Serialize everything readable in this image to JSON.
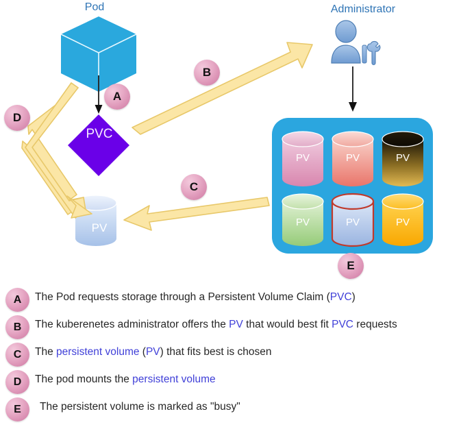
{
  "diagram": {
    "title_pod": "Pod",
    "title_admin": "Administrator",
    "pvc_label": "PVC",
    "mounted_pv_label": "PV",
    "badges": {
      "a": "A",
      "b": "B",
      "c": "C",
      "d": "D",
      "e": "E"
    },
    "pool": {
      "background_color": "#2ba6df",
      "volumes": [
        {
          "label": "PV",
          "name": "pv-pink",
          "top_color": "#efc9dd",
          "bottom_color": "#d886ae",
          "selected": false
        },
        {
          "label": "PV",
          "name": "pv-salmon",
          "top_color": "#f8cfc7",
          "bottom_color": "#e9756a",
          "selected": false
        },
        {
          "label": "PV",
          "name": "pv-gold",
          "top_color": "#1a1408",
          "bottom_color": "#e0b44a",
          "selected": false
        },
        {
          "label": "PV",
          "name": "pv-green",
          "top_color": "#dff0d2",
          "bottom_color": "#95cb78",
          "selected": false
        },
        {
          "label": "PV",
          "name": "pv-blue",
          "top_color": "#dbe6f7",
          "bottom_color": "#9ab4e0",
          "selected": true
        },
        {
          "label": "PV",
          "name": "pv-orange",
          "top_color": "#ffd24d",
          "bottom_color": "#f9a700",
          "selected": false
        }
      ],
      "selected_outline_color": "#c0392b"
    },
    "colors": {
      "pod_cube": "#2aa8dd",
      "pvc_diamond": "#6a00e8",
      "arrow_fill": "#fbe6a6",
      "arrow_stroke": "#e8c86a",
      "caption_text": "#2e74b5",
      "badge_pink": "#e0a0bf",
      "mounted_pv_top": "#e3edfb",
      "mounted_pv_bottom": "#a6c1e8",
      "admin_icon": "#6f9bd1",
      "highlight_text": "#4040d8"
    }
  },
  "legend": {
    "items": [
      {
        "badge": "A",
        "parts": [
          {
            "text": "The Pod requests storage through a Persistent Volume Claim (",
            "highlight": false
          },
          {
            "text": "PVC",
            "highlight": true
          },
          {
            "text": ")",
            "highlight": false
          }
        ]
      },
      {
        "badge": "B",
        "parts": [
          {
            "text": "The kuberenetes administrator offers the ",
            "highlight": false
          },
          {
            "text": "PV",
            "highlight": true
          },
          {
            "text": " that would best fit ",
            "highlight": false
          },
          {
            "text": "PVC",
            "highlight": true
          },
          {
            "text": " requests",
            "highlight": false
          }
        ]
      },
      {
        "badge": "C",
        "parts": [
          {
            "text": "The ",
            "highlight": false
          },
          {
            "text": "persistent volume",
            "highlight": true
          },
          {
            "text": " (",
            "highlight": false
          },
          {
            "text": "PV",
            "highlight": true
          },
          {
            "text": ") that fits best is chosen",
            "highlight": false
          }
        ]
      },
      {
        "badge": "D",
        "parts": [
          {
            "text": "The pod mounts the ",
            "highlight": false
          },
          {
            "text": "persistent volume",
            "highlight": true
          }
        ]
      },
      {
        "badge": "E",
        "indent": true,
        "parts": [
          {
            "text": "The persistent volume is marked as \"busy\"",
            "highlight": false
          }
        ]
      }
    ]
  }
}
